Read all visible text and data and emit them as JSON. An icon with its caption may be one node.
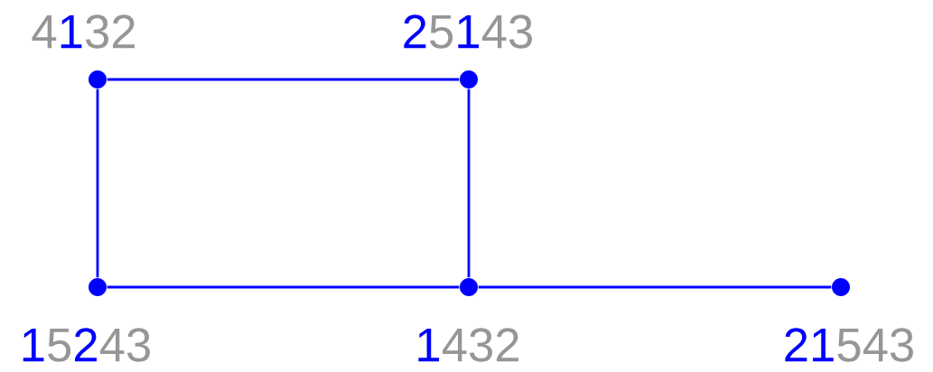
{
  "diagram": {
    "nodes": [
      {
        "text": [
          "4**1**32"
        ]
      },
      {
        "text": [
          "**2**5**1**43"
        ]
      },
      {
        "text": [
          "**1**5**2**43"
        ]
      },
      {
        "text": [
          "**1**432"
        ]
      },
      {
        "text": [
          "**21**543"
        ]
      }
    ],
    "edges": [
      {
        "from": 0,
        "to": 1,
        "arrow": "none"
      },
      {
        "from": 0,
        "to": 2,
        "arrow": "none"
      },
      {
        "from": 1,
        "to": 3,
        "arrow": "none"
      },
      {
        "from": 2,
        "to": 3,
        "arrow": "none"
      },
      {
        "from": 3,
        "to": 4,
        "arrow": "none"
      }
    ]
  }
}
